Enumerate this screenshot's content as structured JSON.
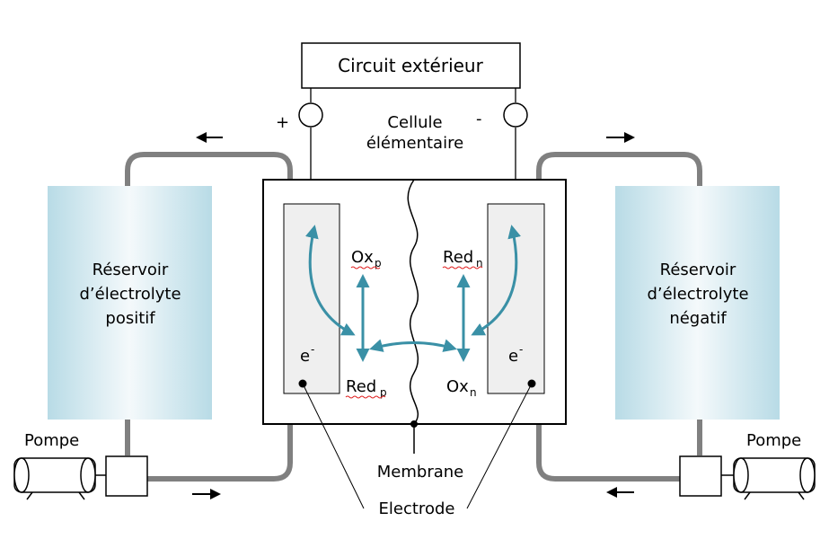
{
  "labels": {
    "circuit": "Circuit extérieur",
    "plus": "+",
    "minus": "-",
    "cell_line1": "Cellule",
    "cell_line2": "élémentaire",
    "tank_pos": [
      "Réservoir",
      "d’électrolyte",
      "positif"
    ],
    "tank_neg": [
      "Réservoir",
      "d’électrolyte",
      "négatif"
    ],
    "pump_left": "Pompe",
    "pump_right": "Pompe",
    "membrane": "Membrane",
    "electrode": "Electrode",
    "electron_left": "e",
    "electron_right": "e",
    "electron_sup": "-",
    "ox_p": "Ox",
    "ox_p_sub": "p",
    "red_p": "Red",
    "red_p_sub": "p",
    "red_n": "Red",
    "red_n_sub": "n",
    "ox_n": "Ox",
    "ox_n_sub": "n"
  },
  "colors": {
    "arrow": "#3a90a6",
    "pipe": "#808080",
    "electrode_fill": "#efefef",
    "tank_center": "#f4f9fb",
    "tank_edge": "#b8dbe6",
    "underline": "#e02020"
  }
}
